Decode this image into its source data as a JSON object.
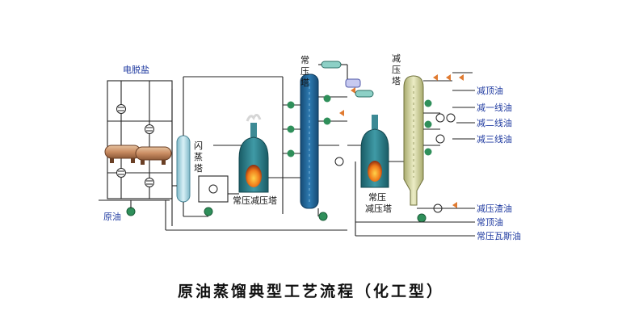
{
  "labels": {
    "desalting": "电脱盐",
    "flash_tower": [
      "闪",
      "蒸",
      "塔"
    ],
    "atm_tower": [
      "常",
      "压",
      "塔"
    ],
    "vac_tower": [
      "减",
      "压",
      "塔"
    ],
    "atm_vac_furnace_1": "常压减压塔",
    "atm_vac_furnace_2": [
      "常压",
      "减压塔"
    ],
    "crude_oil": "原油"
  },
  "products": [
    {
      "label": "减顶油"
    },
    {
      "label": "减一线油"
    },
    {
      "label": "减二线油"
    },
    {
      "label": "减三线油"
    },
    {
      "label": "减压渣油"
    },
    {
      "label": "常顶油"
    },
    {
      "label": "常压瓦斯油"
    }
  ],
  "caption": "原油蒸馏典型工艺流程（化工型）",
  "colors": {
    "pipe": "#222222",
    "vessel_blue": "#1f5f8f",
    "flash_tower": "#9fcfdc",
    "vac_tower": "#c9cc9a",
    "pump": "#2f8f5a",
    "flame": "#e06a1a",
    "label_blue": "#1f3aa0"
  },
  "icons": [
    "pump-icon",
    "heat-exchanger-icon",
    "furnace-icon",
    "drum-icon",
    "valve-icon"
  ]
}
